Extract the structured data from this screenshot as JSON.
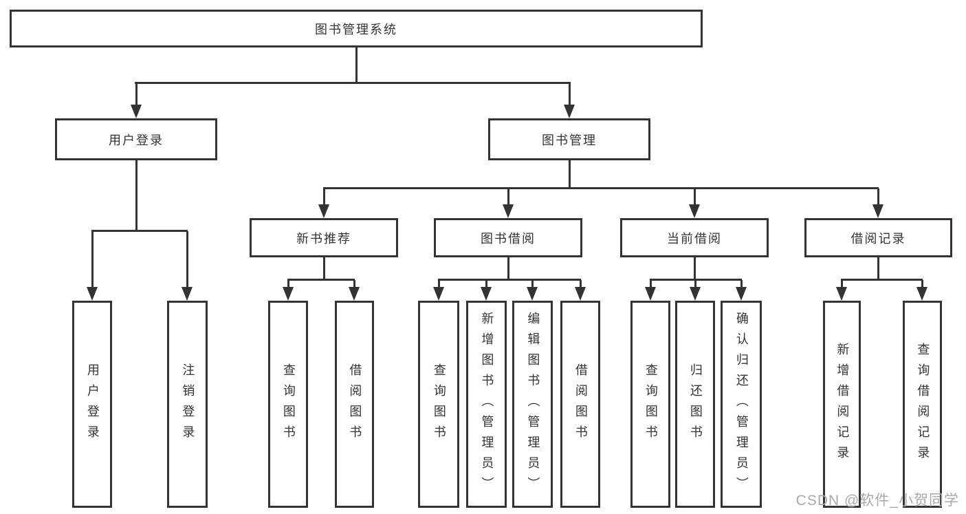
{
  "tree": {
    "label": "图书管理系统",
    "children": [
      {
        "label": "用户登录",
        "children": [
          {
            "label": "用户登录"
          },
          {
            "label": "注销登录"
          }
        ]
      },
      {
        "label": "图书管理",
        "children": [
          {
            "label": "新书推荐",
            "children": [
              {
                "label": "查询图书"
              },
              {
                "label": "借阅图书"
              }
            ]
          },
          {
            "label": "图书借阅",
            "children": [
              {
                "label": "查询图书"
              },
              {
                "label": "新增图书（管理员）"
              },
              {
                "label": "编辑图书（管理员）"
              },
              {
                "label": "借阅图书"
              }
            ]
          },
          {
            "label": "当前借阅",
            "children": [
              {
                "label": "查询图书"
              },
              {
                "label": "归还图书"
              },
              {
                "label": "确认归还（管理员）"
              }
            ]
          },
          {
            "label": "借阅记录",
            "children": [
              {
                "label": "新增借阅记录"
              },
              {
                "label": "查询借阅记录"
              }
            ]
          }
        ]
      }
    ]
  },
  "watermark": {
    "text": "CSDN @软件_小贺同学"
  },
  "colors": {
    "line": "#333333",
    "text": "#333333",
    "watermark": "#a9a9a9",
    "background": "#ffffff"
  }
}
